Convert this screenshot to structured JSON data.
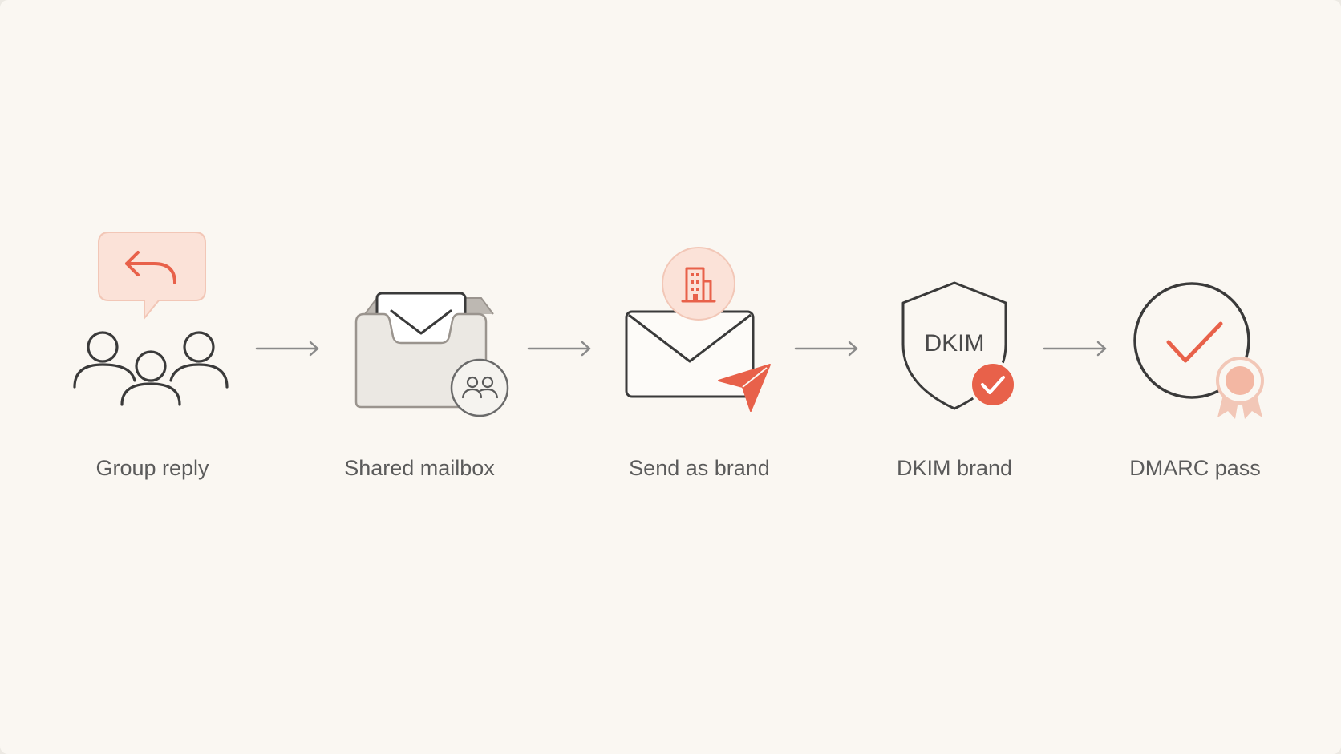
{
  "steps": [
    {
      "label": "Group reply",
      "icon": "group-reply-icon"
    },
    {
      "label": "Shared mailbox",
      "icon": "shared-mailbox-icon"
    },
    {
      "label": "Send as brand",
      "icon": "send-as-brand-icon"
    },
    {
      "label": "DKIM brand",
      "icon": "dkim-shield-icon",
      "badge_text": "DKIM"
    },
    {
      "label": "DMARC pass",
      "icon": "dmarc-pass-icon"
    }
  ],
  "colors": {
    "background": "#faf7f2",
    "accent": "#e8614a",
    "accent_soft": "#fbe2d8",
    "stroke": "#3a3a3a",
    "arrow": "#8a8a8a",
    "label": "#5b5b5b"
  }
}
